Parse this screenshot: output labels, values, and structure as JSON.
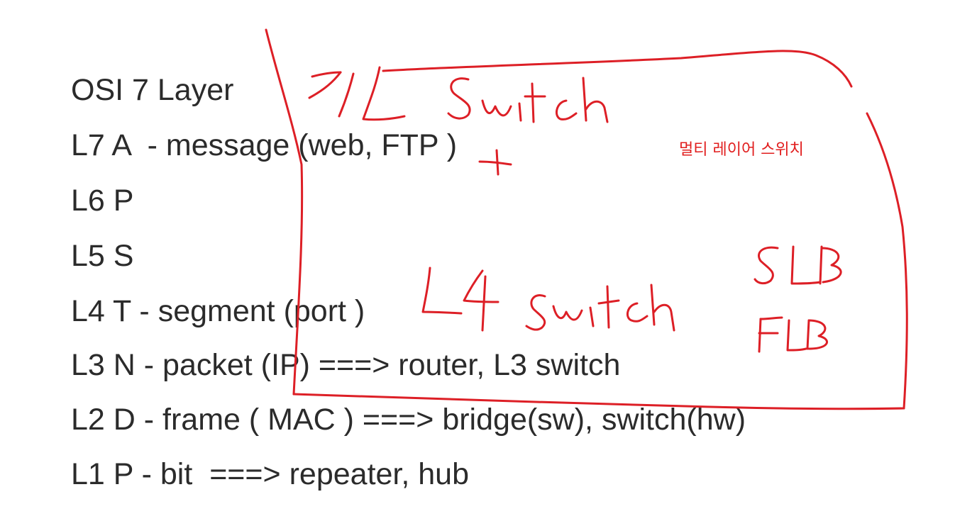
{
  "document": {
    "lines": [
      "OSI 7 Layer",
      "L7 A  - message (web, FTP )",
      "L6 P",
      "L5 S",
      "L4 T - segment (port )",
      "L3 N - packet (IP) ===> router, L3 switch",
      "L2 D - frame ( MAC ) ===> bridge(sw), switch(hw)",
      "L1 P - bit  ===> repeater, hub"
    ]
  },
  "annotations": {
    "korean_note": "멀티 레이어 스위치",
    "handwritten": {
      "top_label": "7L Switch",
      "plus_sign": "+",
      "l4_label": "L4 switch",
      "slb": "SLB",
      "flb": "FLB"
    },
    "ink_color": "#dd1f26",
    "shape": "hand-drawn enclosing box"
  }
}
